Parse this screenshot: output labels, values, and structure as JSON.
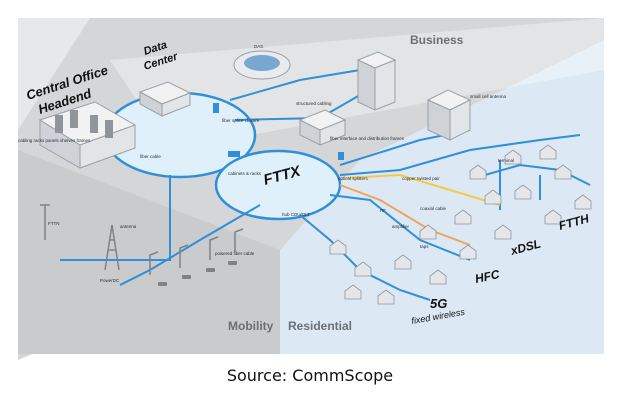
{
  "regions": {
    "business": "Business",
    "mobility": "Mobility",
    "residential": "Residential"
  },
  "hubs": {
    "central_office_line1": "Central Office",
    "central_office_line2": "Headend",
    "data_center_line1": "Data",
    "data_center_line2": "Center",
    "fttx": "FTTX"
  },
  "technologies": {
    "hfc": "HFC",
    "xdsl": "xDSL",
    "ftth": "FTTH",
    "fiveg": "5G",
    "fiveg_sub": "fixed wireless"
  },
  "small_labels": {
    "das": "DAS",
    "structured_cabling": "structured cabling",
    "fiber_cable": "fiber cable",
    "fiber_splice_closure": "fiber splice closure",
    "fiber_interface": "fiber interface and distribution frames",
    "small_cell": "small cell antenna",
    "powered_fiber": "powered fiber cable",
    "fttn": "FTTN",
    "cabinets": "cabinets & racks",
    "hub": "hub CDU/OLT",
    "optical": "optical splitters",
    "rf": "RF",
    "amplifier": "amplifier",
    "taps": "taps",
    "coaxial": "coaxial cable",
    "copper": "copper twisted pair",
    "terminal": "terminal",
    "antenna": "antenna",
    "powerdc": "PowerDC",
    "cabling_list": "cabling racks panels shelves frames"
  },
  "caption": "Source: CommScope",
  "colors": {
    "fiber": "#2f8fd8",
    "ring_fill": "#dff0fb",
    "residential_bg": "#dce9f5",
    "business_bg": "#d4d6d8",
    "mobility_bg": "#c9cbcd",
    "coax": "#f0a35e",
    "copper": "#f6c94a"
  }
}
